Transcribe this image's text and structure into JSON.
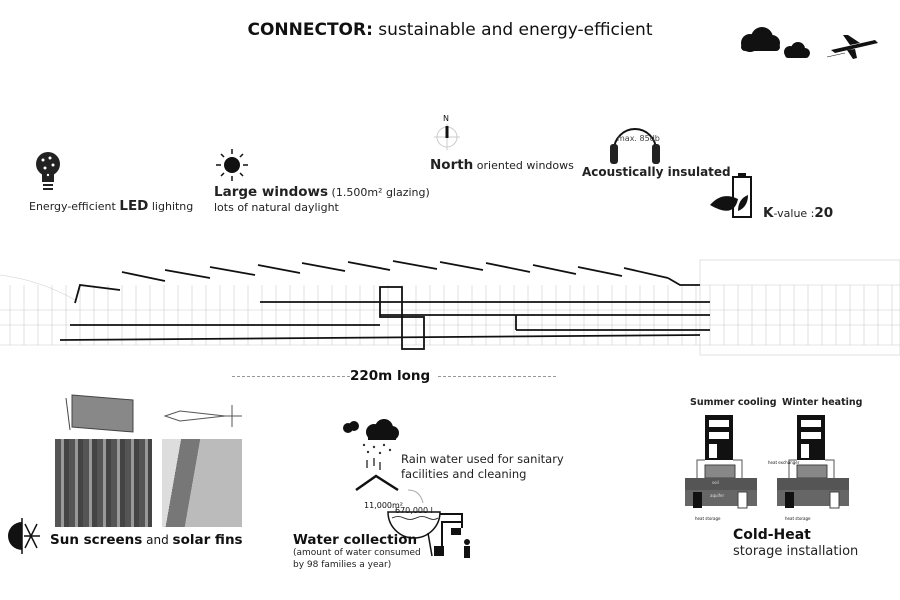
{
  "title": {
    "bold": "CONNECTOR:",
    "rest": " sustainable and energy-efficient"
  },
  "features": {
    "led": {
      "pre": "Energy-efficient ",
      "bold": "LED",
      "post": " lighitng",
      "icon": "lightbulb-icon"
    },
    "windows": {
      "bold": "Large windows",
      "detail": " (1.500m² glazing)",
      "line2": "lots of natural daylight",
      "icon": "sun-icon"
    },
    "north": {
      "compass_label": "N",
      "bold": "North",
      "rest": " oriented windows",
      "icon": "compass-icon"
    },
    "acoustic": {
      "headphone_label": "max. 85db",
      "bold": "Acoustically insulated",
      "icon": "headphones-icon"
    },
    "kvalue": {
      "bold_k": "K",
      "mid": "-value :",
      "bold_val": "20",
      "icon": "battery-leaf-icon"
    }
  },
  "section": {
    "length_label": "220m long"
  },
  "sunscreens": {
    "bold1": "Sun screens",
    "mid": " and ",
    "bold2": "solar fins"
  },
  "water": {
    "rain_text_1": "Rain water used for sanitary",
    "rain_text_2": "facilities and cleaning",
    "roof_area": "11,000m²",
    "tank_volume": "670,000 l",
    "title": "Water collection",
    "sub1": "(amount of water consumed",
    "sub2": "by 98 families a year)"
  },
  "coldheat": {
    "summer": "Summer cooling",
    "winter": "Winter heating",
    "exchanger": "heat exchanger",
    "soil": "soil",
    "aquifer": "aquifer",
    "storage": "heat storage",
    "title": "Cold-Heat",
    "subtitle": "storage installation"
  }
}
